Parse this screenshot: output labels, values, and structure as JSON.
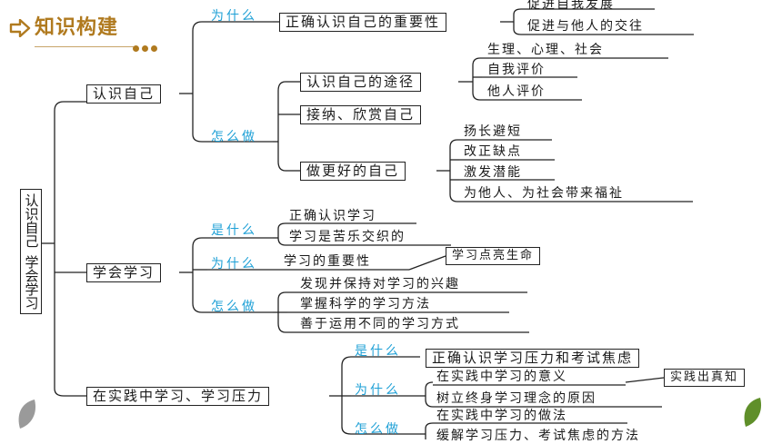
{
  "header": {
    "title": "知识构建"
  },
  "root": {
    "line1": "认识自己",
    "line2": "学会学习"
  },
  "colors": {
    "header": "#b07a1f",
    "blue": "#1ea0d6",
    "leaf_left": "#9a9a9a",
    "leaf_right": "#5f8f2a"
  },
  "section1": {
    "label": "认识自己",
    "why": {
      "tag": "为什么",
      "node": "正确认识自己的重要性",
      "leaves": [
        "促进自我发展",
        "促进与他人的交往"
      ]
    },
    "how": {
      "tag": "怎么做",
      "ways": {
        "node": "认识自己的途径",
        "leaves": [
          "生理、心理、社会",
          "自我评价",
          "他人评价"
        ]
      },
      "accept": "接纳、欣赏自己",
      "better": {
        "node": "做更好的自己",
        "leaves": [
          "扬长避短",
          "改正缺点",
          "激发潜能",
          "为他人、为社会带来福祉"
        ]
      }
    }
  },
  "section2": {
    "label": "学会学习",
    "what": {
      "tag": "是什么",
      "leaves": [
        "正确认识学习",
        "学习是苦乐交织的"
      ]
    },
    "why": {
      "tag": "为什么",
      "node": "学习的重要性",
      "leaf": "学习点亮生命"
    },
    "how": {
      "tag": "怎么做",
      "leaves": [
        "发现并保持对学习的兴趣",
        "掌握科学的学习方法",
        "善于运用不同的学习方式"
      ]
    }
  },
  "section3": {
    "label": "在实践中学习、学习压力",
    "what": {
      "tag": "是什么",
      "node": "正确认识学习压力和考试焦虑"
    },
    "why": {
      "tag": "为什么",
      "leaves": [
        "在实践中学习的意义",
        "树立终身学习理念的原因"
      ],
      "extra": "实践出真知"
    },
    "how": {
      "tag": "怎么做",
      "leaves": [
        "在实践中学习的做法",
        "缓解学习压力、考试焦虑的方法"
      ]
    }
  }
}
